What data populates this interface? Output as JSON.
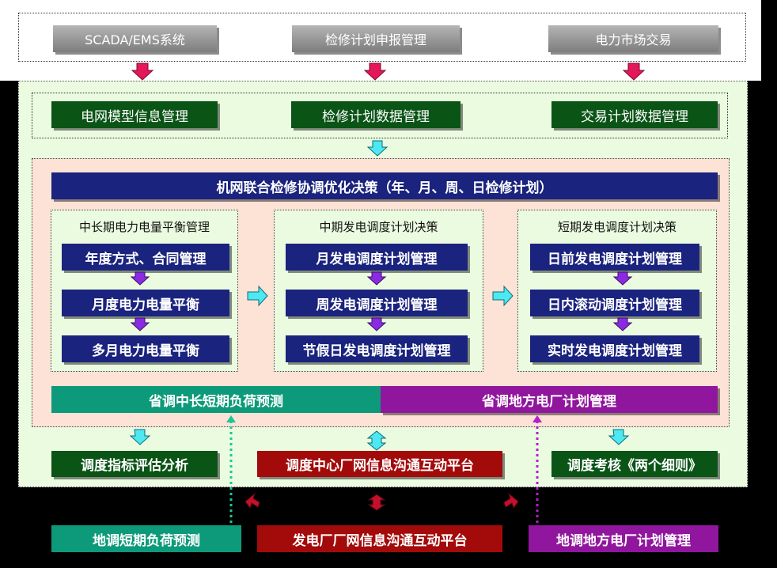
{
  "top": {
    "scada": "SCADA/EMS系统",
    "maintenance_report": "检修计划申报管理",
    "power_market": "电力市场交易"
  },
  "data_mgmt": {
    "grid_model": "电网模型信息管理",
    "maintenance_data": "检修计划数据管理",
    "trade_data": "交易计划数据管理"
  },
  "decision_banner": "机网联合检修协调优化决策（年、月、周、日检修计划）",
  "columns": [
    {
      "title": "中长期电力电量平衡管理",
      "items": [
        "年度方式、合同管理",
        "月度电力电量平衡",
        "多月电力电量平衡"
      ]
    },
    {
      "title": "中期发电调度计划决策",
      "items": [
        "月发电调度计划管理",
        "周发电调度计划管理",
        "节假日发电调度计划管理"
      ]
    },
    {
      "title": "短期发电调度计划决策",
      "items": [
        "日前发电调度计划管理",
        "日内滚动调度计划管理",
        "实时发电调度计划管理"
      ]
    }
  ],
  "forecast": {
    "provincial_load": "省调中长短期负荷预测",
    "provincial_plant": "省调地方电厂计划管理"
  },
  "bottom": {
    "evaluation": "调度指标评估分析",
    "center_platform": "调度中心厂网信息沟通互动平台",
    "assessment": "调度考核《两个细则》"
  },
  "external": {
    "local_load": "地调短期负荷预测",
    "plant_platform": "发电厂厂网信息沟通互动平台",
    "local_plant": "地调地方电厂计划管理"
  },
  "colors": {
    "gray": "#9a9a9a",
    "dark_green": "#0a5416",
    "navy": "#1a237e",
    "teal": "#0d9a7a",
    "purple": "#91169e",
    "red": "#a30a0a",
    "arrow_pink": "#e3175a",
    "arrow_cyan": "#4ee8f2",
    "arrow_violet": "#8a2be2"
  }
}
